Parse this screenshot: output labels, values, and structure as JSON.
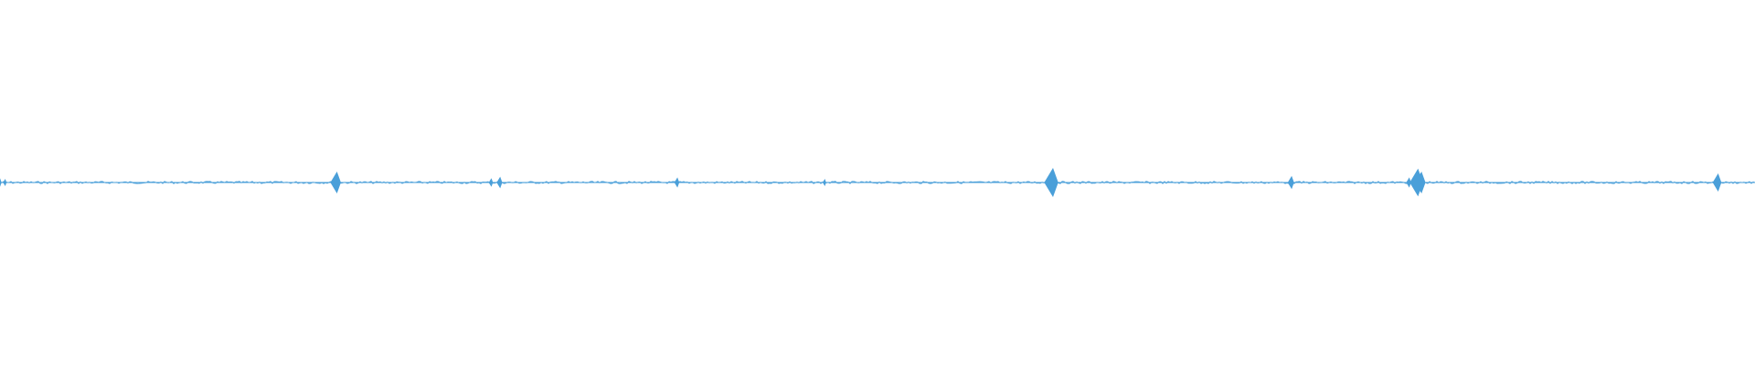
{
  "waveform": {
    "color": "#4a9fd9",
    "background": "#ffffff",
    "peaks": [
      {
        "position": 0.0,
        "amplitude": 0.012
      },
      {
        "position": 0.003,
        "amplitude": 0.01
      },
      {
        "position": 0.192,
        "amplitude": 0.03
      },
      {
        "position": 0.28,
        "amplitude": 0.012
      },
      {
        "position": 0.285,
        "amplitude": 0.016
      },
      {
        "position": 0.386,
        "amplitude": 0.014
      },
      {
        "position": 0.47,
        "amplitude": 0.01
      },
      {
        "position": 0.6,
        "amplitude": 0.04
      },
      {
        "position": 0.736,
        "amplitude": 0.018
      },
      {
        "position": 0.803,
        "amplitude": 0.014
      },
      {
        "position": 0.808,
        "amplitude": 0.038
      },
      {
        "position": 0.81,
        "amplitude": 0.03
      },
      {
        "position": 0.979,
        "amplitude": 0.025
      }
    ]
  }
}
